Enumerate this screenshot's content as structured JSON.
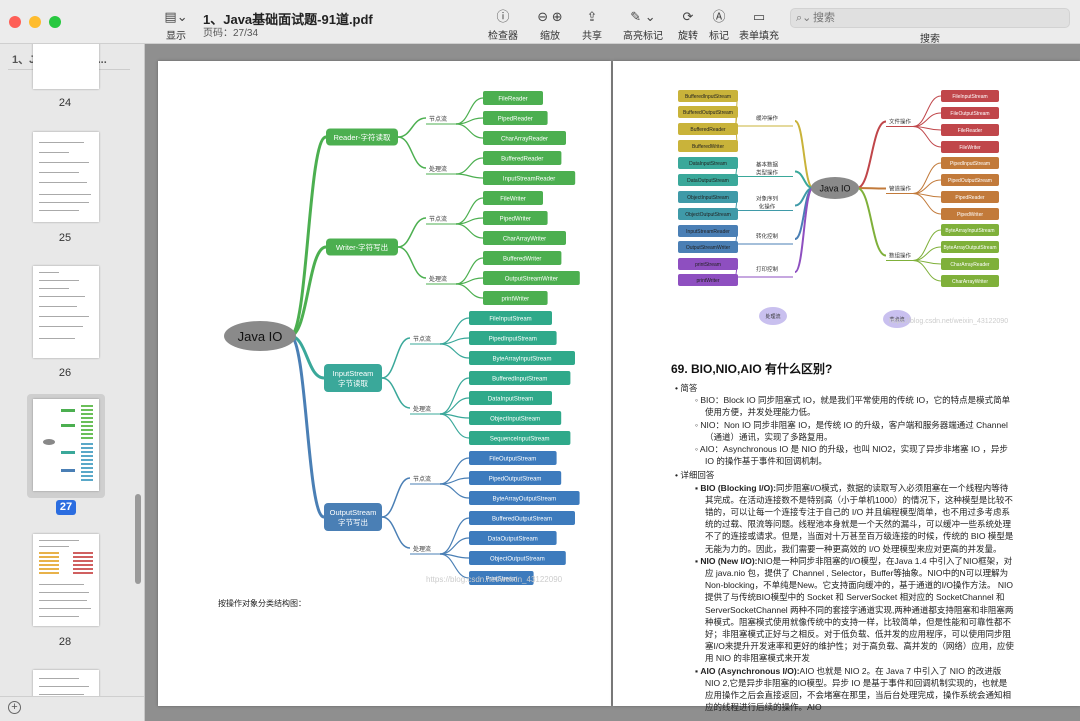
{
  "app": {
    "file_title": "1、Java基础面试题-91道.pdf",
    "page_info": "页码：27/34",
    "search_placeholder": "搜索"
  },
  "toolbar": {
    "display": "显示",
    "inspector": "检查器",
    "zoom": "缩放",
    "share": "共享",
    "highlight": "高亮标记",
    "rotate": "旋转",
    "markup": "标记",
    "form_fill": "表单填充",
    "search": "搜索"
  },
  "sidebar": {
    "title": "1、Java基础面试...",
    "pages": [
      "24",
      "25",
      "26",
      "27",
      "28"
    ],
    "selected": "27"
  },
  "chart_data": [
    {
      "type": "mindmap",
      "root": "Java IO",
      "branches": [
        {
          "name": "Reader-字符读取",
          "color": "#4caf50",
          "groups": [
            {
              "name": "节点流",
              "leaves": [
                "FileReader",
                "PipedReader",
                "CharArrayReader"
              ]
            },
            {
              "name": "处理流",
              "leaves": [
                "BufferedReader",
                "InputStreamReader"
              ]
            }
          ]
        },
        {
          "name": "Writer-字符写出",
          "color": "#4caf50",
          "groups": [
            {
              "name": "节点流",
              "leaves": [
                "FileWriter",
                "PipedWriter",
                "CharArrayWriter"
              ]
            },
            {
              "name": "处理流",
              "leaves": [
                "BufferedWriter",
                "OutputStreamWriter",
                "printWriter"
              ]
            }
          ]
        },
        {
          "name": "InputStream 字节读取",
          "color": "#3aa89a",
          "groups": [
            {
              "name": "节点流",
              "leaves": [
                "FileInputStream",
                "PipedInputStream",
                "ByteArrayInputStream"
              ]
            },
            {
              "name": "处理流",
              "leaves": [
                "BufferedInputStream",
                "DataInputStream",
                "ObjectInputStream",
                "SequenceInputStream"
              ]
            }
          ]
        },
        {
          "name": "OutputStream 字节写出",
          "color": "#4a7fb5",
          "groups": [
            {
              "name": "节点流",
              "leaves": [
                "FileOutputStream",
                "PipedOutputStream",
                "ByteArrayOutputStream"
              ]
            },
            {
              "name": "处理流",
              "leaves": [
                "BufferedOutputStream",
                "DataOutputStream",
                "ObjectOutputStream",
                "PrintStream"
              ]
            }
          ]
        }
      ]
    },
    {
      "type": "mindmap",
      "root": "Java IO",
      "left": [
        {
          "name": "缓冲操作",
          "color": "#c9b33a",
          "leaves": [
            "BufferedInputStream",
            "BufferedOutputStream",
            "BufferedReader",
            "BufferedWriter"
          ]
        },
        {
          "name": "基本数据类型操作",
          "color": "#3aa89a",
          "leaves": [
            "DataInputStream",
            "DataOutputStream"
          ]
        },
        {
          "name": "对象序列化操作",
          "color": "#3f9aa8",
          "leaves": [
            "ObjectInputStream",
            "ObjectOutputStream"
          ]
        },
        {
          "name": "转化控制",
          "color": "#4a7fb5",
          "leaves": [
            "InputStreamReader",
            "OutputStreamWriter"
          ]
        },
        {
          "name": "打印控制",
          "color": "#8e4fc0",
          "leaves": [
            "printStream",
            "printWriter"
          ]
        }
      ],
      "right": [
        {
          "name": "文件操作",
          "color": "#c0464a",
          "leaves": [
            "FileInputStream",
            "FileOutputStream",
            "FileReader",
            "FileWriter"
          ]
        },
        {
          "name": "管道操作",
          "color": "#c27a3a",
          "leaves": [
            "PipedInputStream",
            "PipedOutputStream",
            "PipedReader",
            "PipedWriter"
          ]
        },
        {
          "name": "数组操作",
          "color": "#7fb03a",
          "leaves": [
            "ByteArrayInputStream",
            "ByteArrayOutputStream",
            "CharArrayReader",
            "CharArrayWriter"
          ]
        }
      ],
      "extra": [
        "处理流",
        "节点流"
      ]
    }
  ],
  "left_page": {
    "caption": "按操作对象分类结构图：",
    "watermark": "https://blog.csdn.net/weixin_43122090"
  },
  "right_page": {
    "watermark": "https://blog.csdn.net/weixin_43122090",
    "heading": "69. BIO,NIO,AIO 有什么区别?",
    "brief_title": "简答",
    "brief": [
      "BIO：Block IO 同步阻塞式 IO，就是我们平常使用的传统 IO，它的特点是模式简单使用方便，并发处理能力低。",
      "NIO：Non IO 同步非阻塞 IO，是传统 IO 的升级，客户端和服务器端通过 Channel（通道）通讯，实现了多路复用。",
      "AIO：Asynchronous IO 是 NIO 的升级，也叫 NIO2，实现了异步非堵塞 IO ，异步 IO 的操作基于事件和回调机制。"
    ],
    "detail_title": "详细回答",
    "detail": [
      {
        "label": "BIO (Blocking I/O):",
        "text": "同步阻塞I/O模式，数据的读取写入必须阻塞在一个线程内等待其完成。在活动连接数不是特别高（小于单机1000）的情况下，这种模型是比较不错的，可以让每一个连接专注于自己的 I/O 并且编程模型简单，也不用过多考虑系统的过载、限流等问题。线程池本身就是一个天然的漏斗，可以缓冲一些系统处理不了的连接或请求。但是，当面对十万甚至百万级连接的时候，传统的 BIO 模型是无能为力的。因此，我们需要一种更高效的 I/O 处理模型来应对更高的并发量。"
      },
      {
        "label": "NIO (New I/O):",
        "text": "NIO是一种同步非阻塞的I/O模型，在Java 1.4 中引入了NIO框架，对应 java.nio 包，提供了 Channel , Selector，Buffer等抽象。NIO中的N可以理解为Non-blocking，不单纯是New。它支持面向缓冲的，基于通道的I/O操作方法。 NIO提供了与传统BIO模型中的 Socket 和 ServerSocket 相对应的 SocketChannel 和 ServerSocketChannel 两种不同的套接字通道实现,两种通道都支持阻塞和非阻塞两种模式。阻塞模式使用就像传统中的支持一样，比较简单，但是性能和可靠性都不好；非阻塞模式正好与之相反。对于低负载、低并发的应用程序，可以使用同步阻塞I/O来提升开发速率和更好的维护性；对于高负载、高并发的（网络）应用，应使用 NIO 的非阻塞模式来开发"
      },
      {
        "label": "AIO (Asynchronous I/O):",
        "text": "AIO 也就是 NIO 2。在 Java 7 中引入了 NIO 的改进版 NIO 2,它是异步非阻塞的IO模型。异步 IO 是基于事件和回调机制实现的，也就是应用操作之后会直接返回，不会堵塞在那里，当后台处理完成，操作系统会通知相应的线程进行后续的操作。AIO"
      }
    ]
  }
}
